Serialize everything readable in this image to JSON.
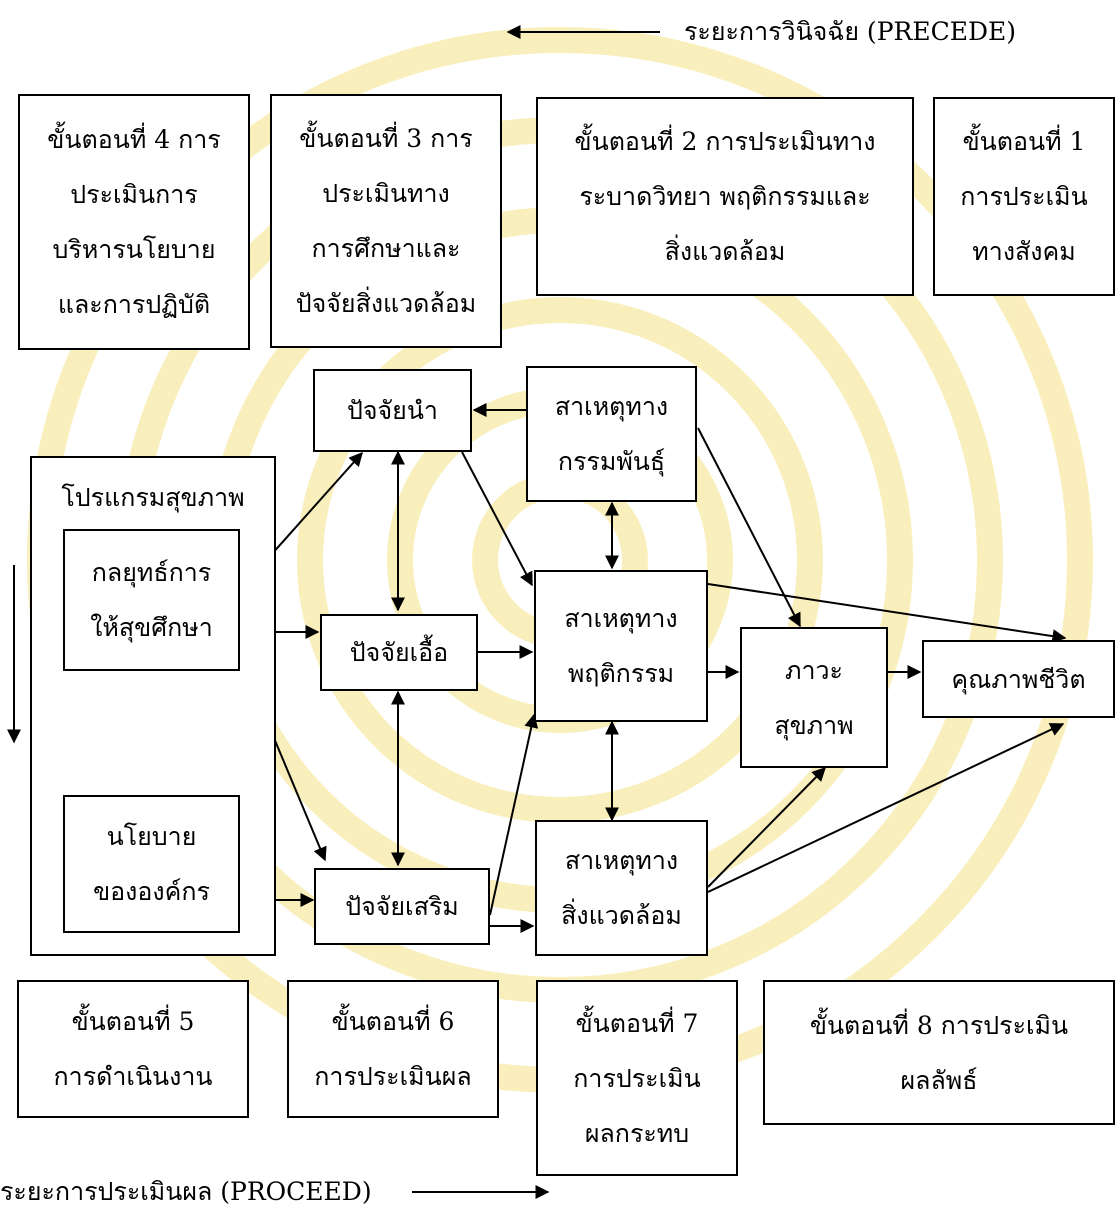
{
  "header": {
    "precede_label": "ระยะการวินิจฉัย (PRECEDE)"
  },
  "footer": {
    "proceed_label": "ระยะการประเมินผล (PROCEED)"
  },
  "phases_top": {
    "phase4": [
      "ขั้นตอนที่ 4 การ",
      "ประเมินการ",
      "บริหารนโยบาย",
      "และการปฏิบัติ"
    ],
    "phase3": [
      "ขั้นตอนที่ 3 การ",
      "ประเมินทาง",
      "การศึกษาและ",
      "ปัจจัยสิ่งแวดล้อม"
    ],
    "phase2": [
      "ขั้นตอนที่ 2 การประเมินทาง",
      "ระบาดวิทยา พฤติกรรมและ",
      "สิ่งแวดล้อม"
    ],
    "phase1": [
      "ขั้นตอนที่ 1",
      "การประเมิน",
      "ทางสังคม"
    ]
  },
  "phases_bottom": {
    "phase5": [
      "ขั้นตอนที่ 5",
      "การดำเนินงาน"
    ],
    "phase6": [
      "ขั้นตอนที่ 6",
      "การประเมินผล"
    ],
    "phase7": [
      "ขั้นตอนที่ 7",
      "การประเมิน",
      "ผลกระทบ"
    ],
    "phase8": [
      "ขั้นตอนที่ 8 การประเมิน",
      "ผลลัพธ์"
    ]
  },
  "nodes": {
    "health_program": "โปรแกรมสุขภาพ",
    "education_strategy": [
      "กลยุทธ์การ",
      "ให้สุขศึกษา"
    ],
    "org_policy": [
      "นโยบาย",
      "ขององค์กร"
    ],
    "predisposing": "ปัจจัยนำ",
    "enabling": "ปัจจัยเอื้อ",
    "reinforcing": "ปัจจัยเสริม",
    "genetic": [
      "สาเหตุทาง",
      "กรรมพันธุ์"
    ],
    "behavioral": [
      "สาเหตุทาง",
      "พฤติกรรม"
    ],
    "environmental": [
      "สาเหตุทาง",
      "สิ่งแวดล้อม"
    ],
    "health_status": [
      "ภาวะ",
      "สุขภาพ"
    ],
    "quality_of_life": "คุณภาพชีวิต"
  },
  "colors": {
    "watermark": "#f7e27a",
    "line": "#000000"
  }
}
